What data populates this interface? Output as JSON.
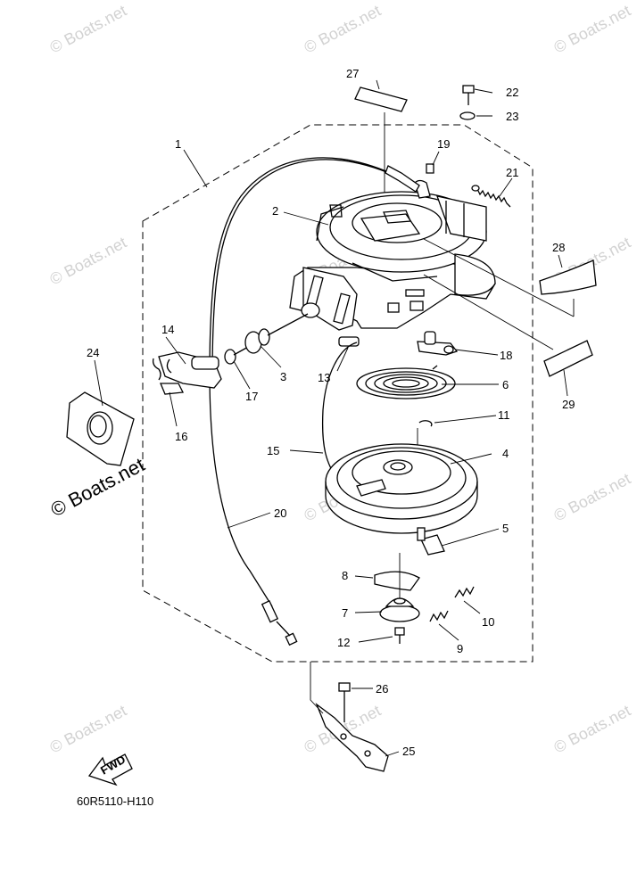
{
  "diagram_code": "60R5110-H110",
  "fwd_label": "FWD",
  "watermark": "© Boats.net",
  "callouts": {
    "c1": "1",
    "c2": "2",
    "c3": "3",
    "c4": "4",
    "c5": "5",
    "c6": "6",
    "c7": "7",
    "c8": "8",
    "c9": "9",
    "c10": "10",
    "c11": "11",
    "c12": "12",
    "c13": "13",
    "c14": "14",
    "c15": "15",
    "c16": "16",
    "c17": "17",
    "c18": "18",
    "c19": "19",
    "c20": "20",
    "c21": "21",
    "c22": "22",
    "c23": "23",
    "c24": "24",
    "c25": "25",
    "c26": "26",
    "c27": "27",
    "c28": "28",
    "c29": "29"
  }
}
